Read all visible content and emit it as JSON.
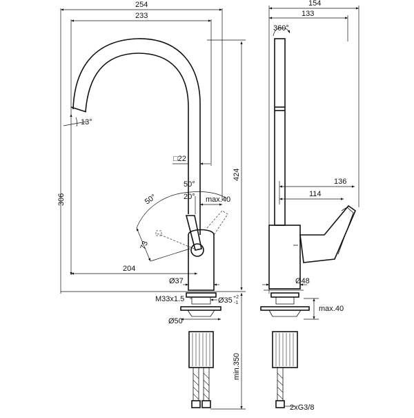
{
  "front_view": {
    "overall_width": "254",
    "spout_reach": "233",
    "spout_angle": "13°",
    "spout_square": "□22",
    "lever_angle_a": "50°",
    "lever_angle_b": "50°",
    "lever_angle_c": "20°",
    "lever_clearance": "max.40",
    "lever_length": "73",
    "outlet_height": "306",
    "overall_height": "424",
    "spout_to_lever": "204",
    "body_diameter": "Ø37",
    "thread": "M33x1.5",
    "hole_diameter": "Ø35",
    "hole_tolerance_plus": "+2",
    "hole_tolerance_minus": "-1",
    "washer_diameter": "Ø50",
    "hose_length": "min.350"
  },
  "side_view": {
    "overall_depth": "154",
    "spout_depth": "133",
    "swivel_angle": "360°",
    "lever_depth_a": "136",
    "lever_depth_b": "114",
    "body_diameter": "Ø48",
    "worktop_max": "max.40",
    "connections": "2xG3/8"
  }
}
